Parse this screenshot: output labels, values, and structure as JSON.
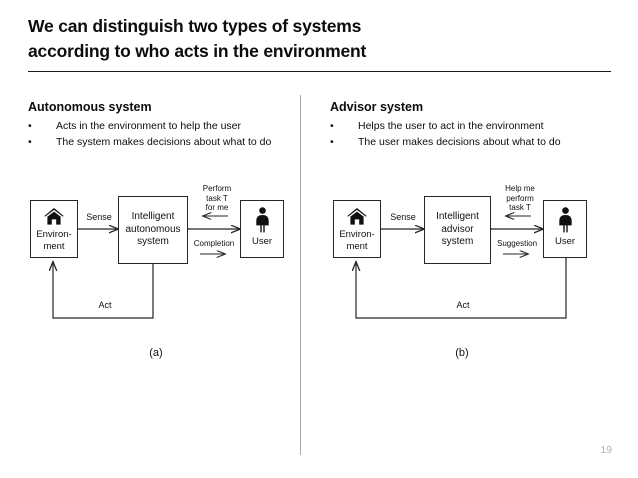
{
  "slide": {
    "title": "We can distinguish two types of systems\naccording to who acts in the environment",
    "page_number": "19",
    "colors": {
      "text": "#0d0d0d",
      "rule": "#1a1a1a",
      "divider": "#a6a6a6",
      "stroke": "#262626",
      "page_number": "#b3b3b3",
      "background": "#ffffff"
    }
  },
  "columns": [
    {
      "heading": "Autonomous system",
      "bullet_marker": "•",
      "bullets": [
        "Acts in the environment to help the user",
        "The system makes decisions about what to do"
      ]
    },
    {
      "heading": "Advisor system",
      "bullet_marker": "•",
      "bullets": [
        "Helps the user to act in the environment",
        "The user makes decisions about what to do"
      ]
    }
  ],
  "diagrams": [
    {
      "caption": "(a)",
      "nodes": {
        "environment": {
          "label": "Environ-\nment",
          "icon": "house-icon"
        },
        "system": {
          "label": "Intelligent\nautonomous\nsystem"
        },
        "user": {
          "label": "User",
          "icon": "person-icon"
        }
      },
      "edges": {
        "sense": "Sense",
        "request": "Perform\ntask T\nfor me",
        "response": "Completion",
        "act": "Act"
      },
      "act_source": "system"
    },
    {
      "caption": "(b)",
      "nodes": {
        "environment": {
          "label": "Environ-\nment",
          "icon": "house-icon"
        },
        "system": {
          "label": "Intelligent\nadvisor\nsystem"
        },
        "user": {
          "label": "User",
          "icon": "person-icon"
        }
      },
      "edges": {
        "sense": "Sense",
        "request": "Help me\nperform\ntask T",
        "response": "Suggestion",
        "act": "Act"
      },
      "act_source": "user"
    }
  ]
}
